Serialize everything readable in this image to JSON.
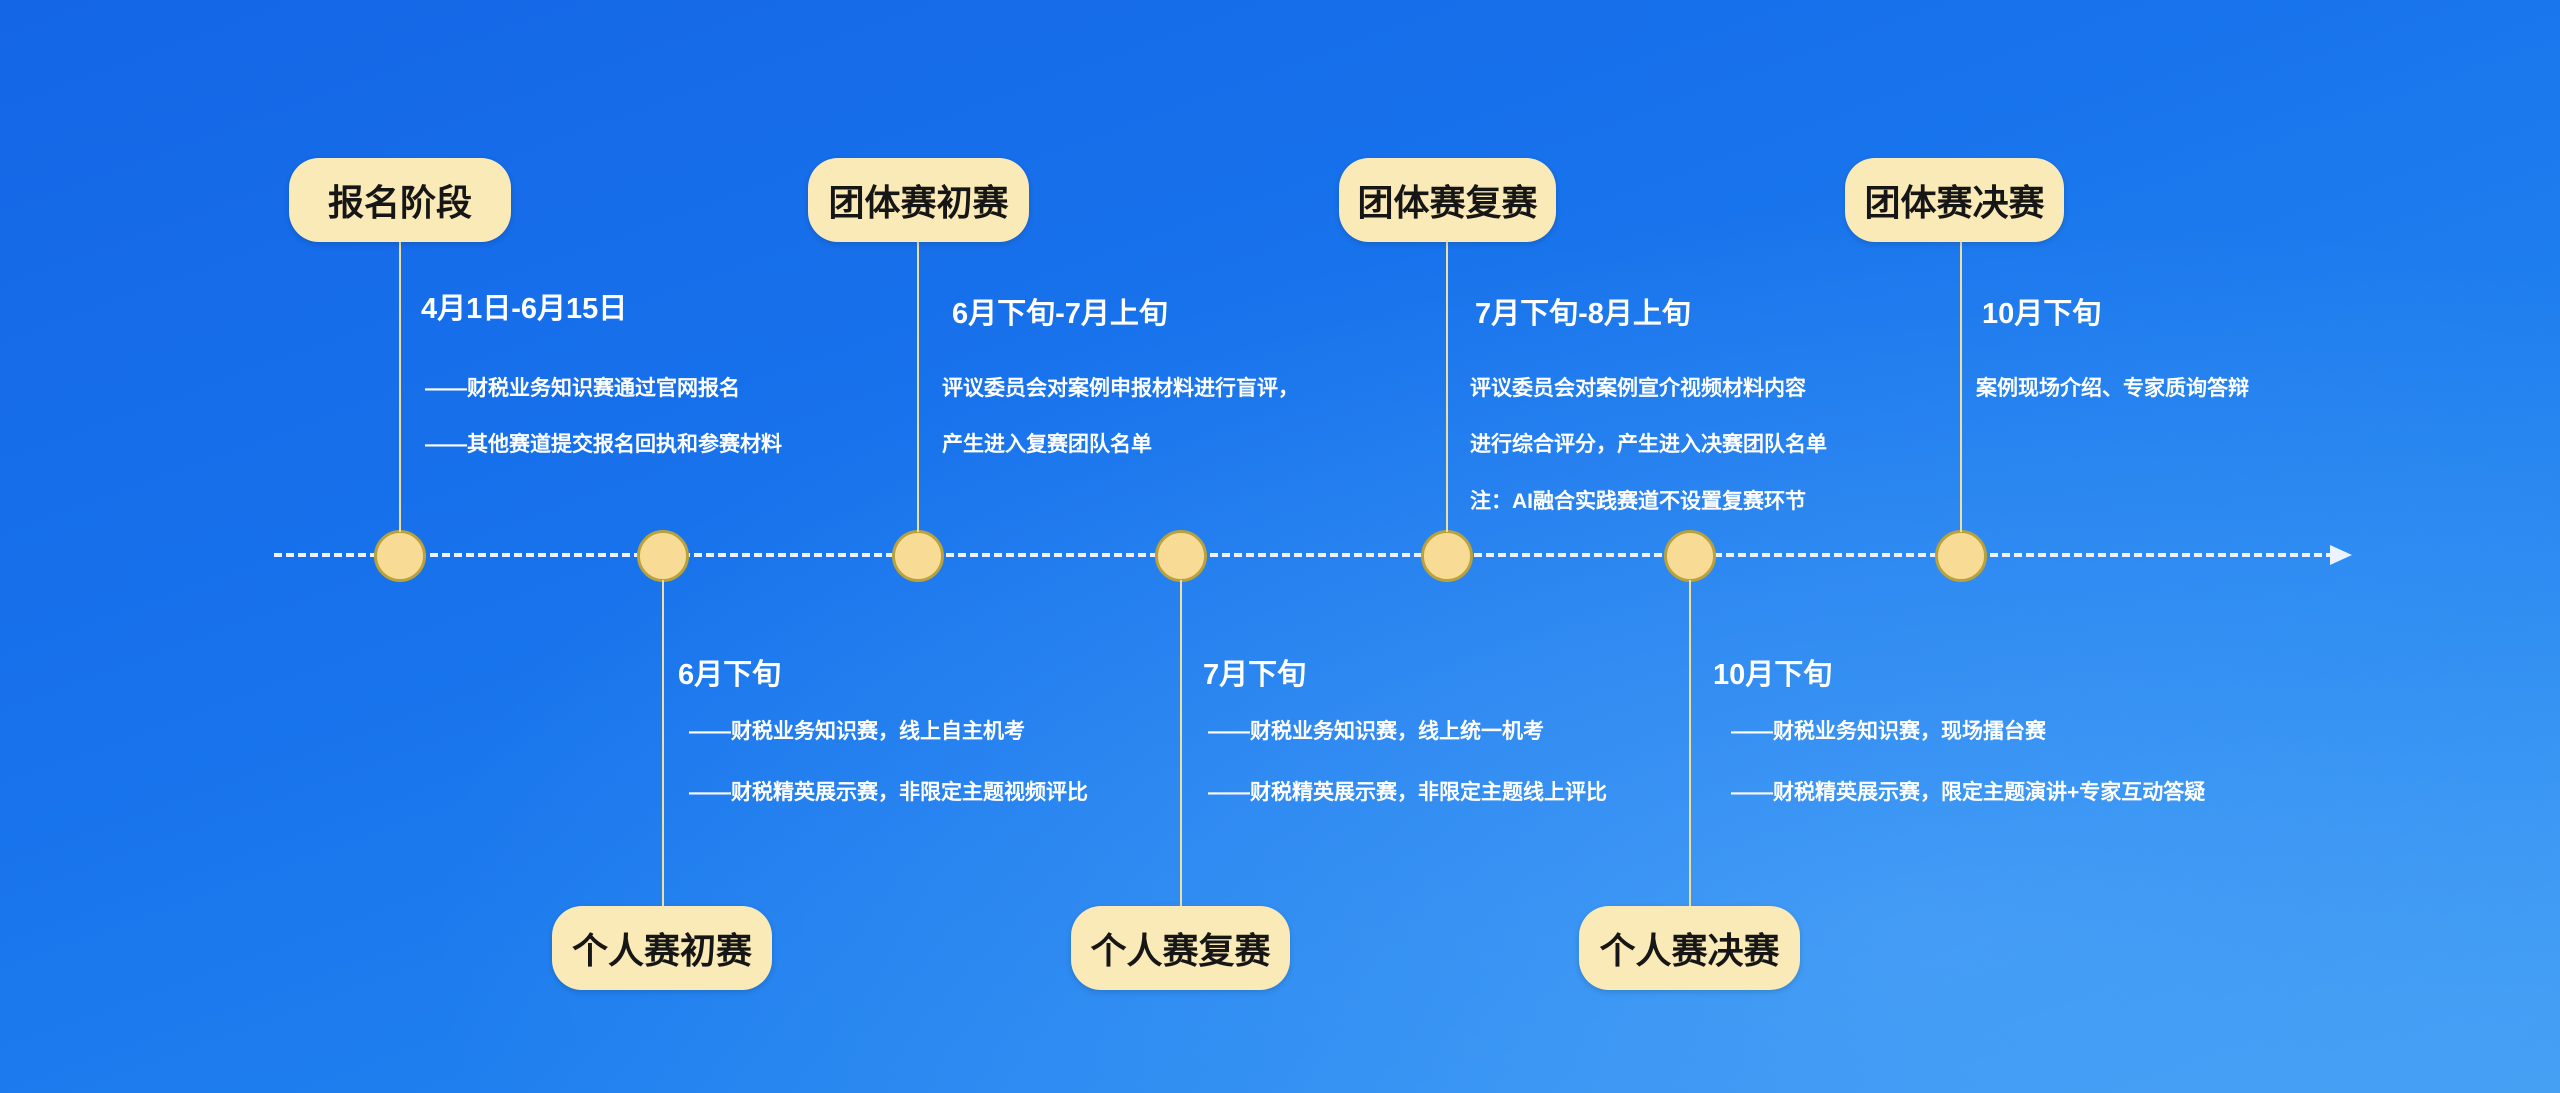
{
  "colors": {
    "background": "#1873ec",
    "pill": "#faeab8",
    "dot": "#f8dc95",
    "dot_border": "#b9a23c",
    "text": "#ffffff"
  },
  "top": [
    {
      "label": "报名阶段",
      "date": "4月1日-6月15日",
      "lines": [
        "——财税业务知识赛通过官网报名",
        "——其他赛道提交报名回执和参赛材料"
      ]
    },
    {
      "label": "团体赛初赛",
      "date": "6月下旬-7月上旬",
      "lines": [
        "评议委员会对案例申报材料进行盲评，",
        "产生进入复赛团队名单"
      ]
    },
    {
      "label": "团体赛复赛",
      "date": "7月下旬-8月上旬",
      "lines": [
        "评议委员会对案例宣介视频材料内容",
        "进行综合评分，产生进入决赛团队名单",
        "注：AI融合实践赛道不设置复赛环节"
      ]
    },
    {
      "label": "团体赛决赛",
      "date": "10月下旬",
      "lines": [
        "案例现场介绍、专家质询答辩"
      ]
    }
  ],
  "bottom": [
    {
      "label": "个人赛初赛",
      "date": "6月下旬",
      "lines": [
        "——财税业务知识赛，线上自主机考",
        "——财税精英展示赛，非限定主题视频评比"
      ]
    },
    {
      "label": "个人赛复赛",
      "date": "7月下旬",
      "lines": [
        "——财税业务知识赛，线上统一机考",
        "——财税精英展示赛，非限定主题线上评比"
      ]
    },
    {
      "label": "个人赛决赛",
      "date": "10月下旬",
      "lines": [
        "——财税业务知识赛，现场擂台赛",
        "——财税精英展示赛，限定主题演讲+专家互动答疑"
      ]
    }
  ]
}
